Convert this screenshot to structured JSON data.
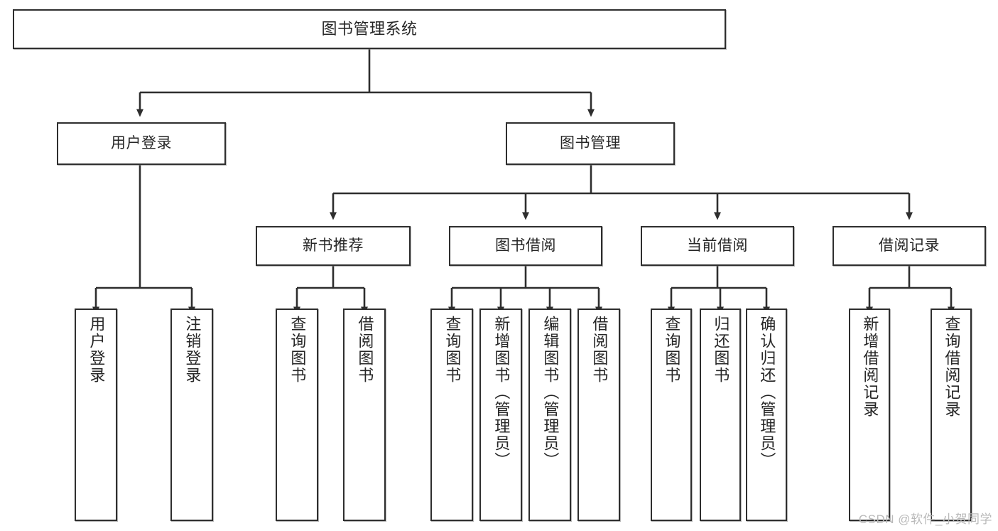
{
  "diagram": {
    "type": "tree-hierarchy-chart",
    "title": "图书管理系统",
    "colors": {
      "stroke": "#2e2e2e",
      "fill": "#ffffff",
      "text": "#262626",
      "watermark": "#b9b9b9",
      "background": "#ffffff"
    },
    "root": {
      "label": "图书管理系统"
    },
    "level2": [
      {
        "label": "用户登录"
      },
      {
        "label": "图书管理"
      }
    ],
    "level3": [
      {
        "label": "新书推荐"
      },
      {
        "label": "图书借阅"
      },
      {
        "label": "当前借阅"
      },
      {
        "label": "借阅记录"
      }
    ],
    "leaves": {
      "user_login": [
        {
          "label": "用户登录"
        },
        {
          "label": "注销登录"
        }
      ],
      "new_book_recommend": [
        {
          "label": "查询图书"
        },
        {
          "label": "借阅图书"
        }
      ],
      "book_borrow": [
        {
          "label": "查询图书"
        },
        {
          "label": "新增图书（管理员）"
        },
        {
          "label": "编辑图书（管理员）"
        },
        {
          "label": "借阅图书"
        }
      ],
      "current_borrow": [
        {
          "label": "查询图书"
        },
        {
          "label": "归还图书"
        },
        {
          "label": "确认归还（管理员）"
        }
      ],
      "borrow_record": [
        {
          "label": "新增借阅记录"
        },
        {
          "label": "查询借阅记录"
        }
      ]
    }
  },
  "watermark": {
    "text": "CSDN @软件_小贺同学"
  }
}
